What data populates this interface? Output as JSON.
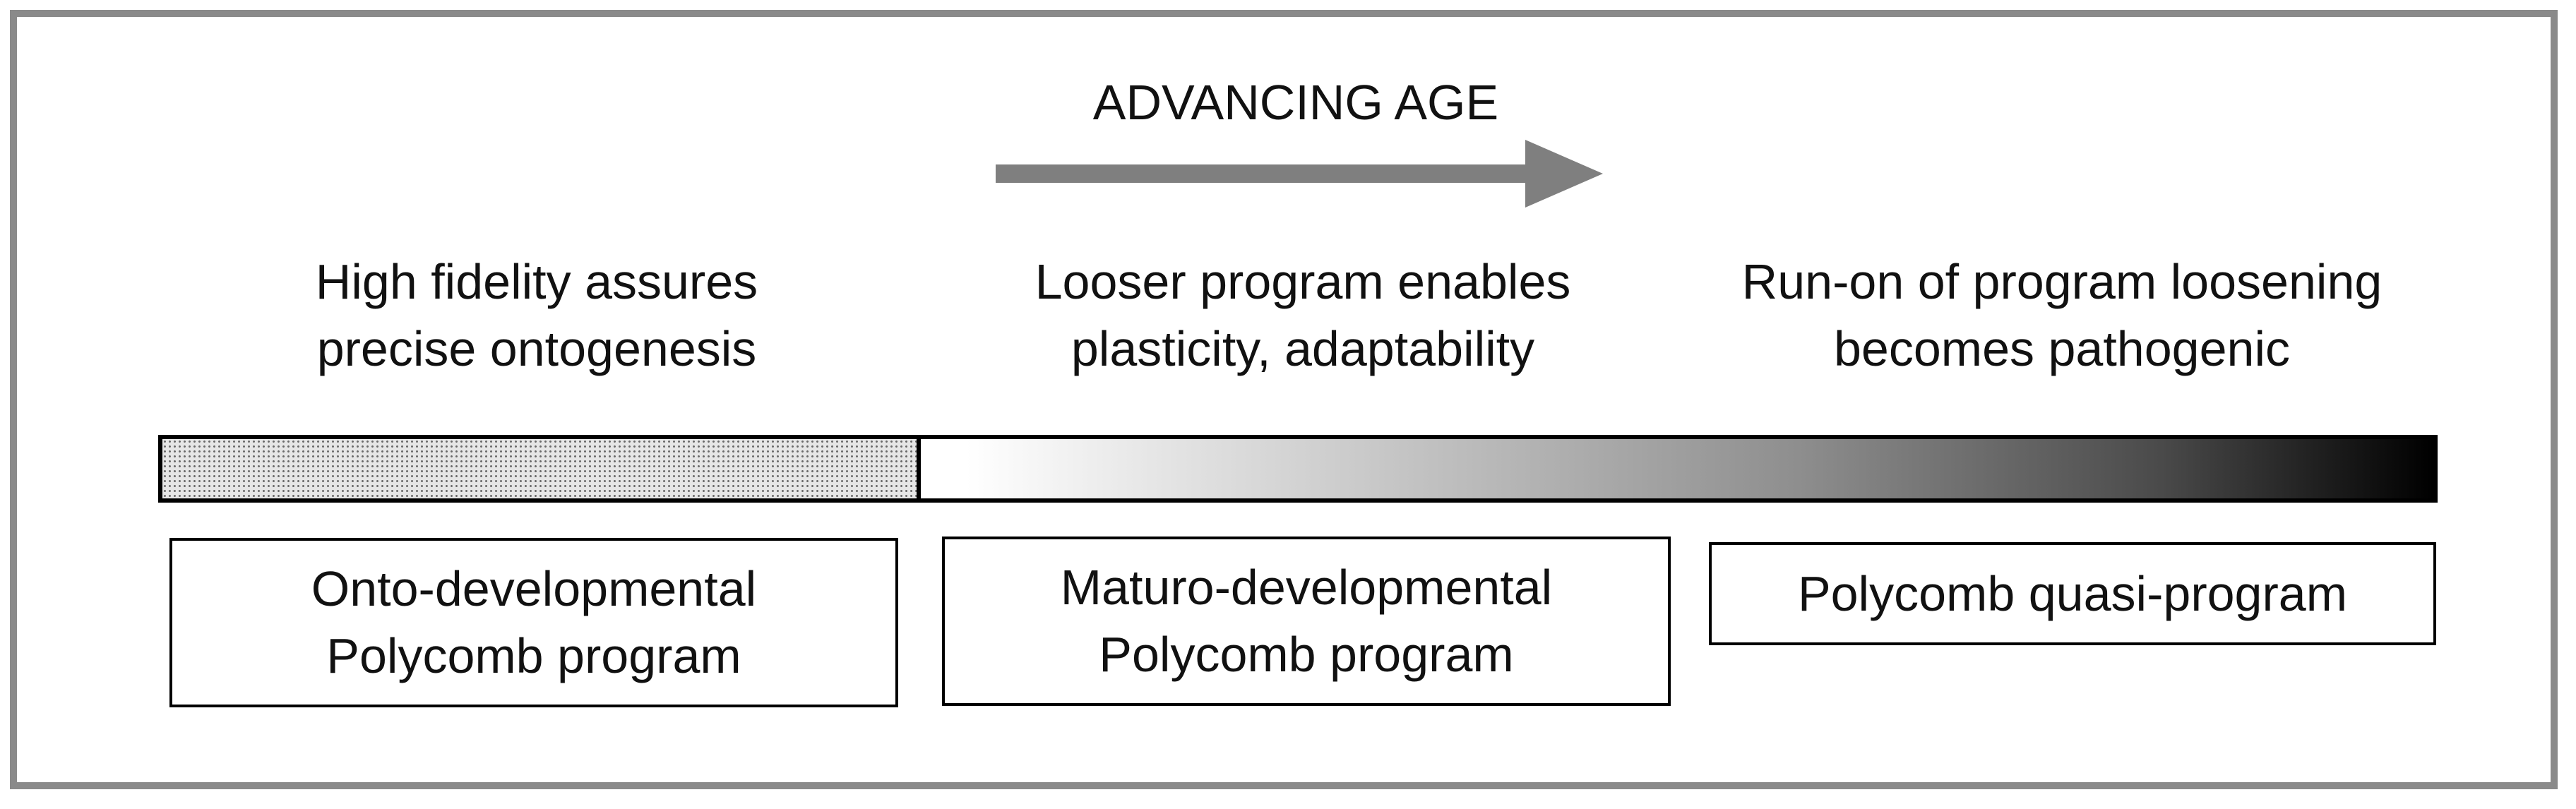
{
  "header": {
    "title": "ADVANCING AGE"
  },
  "phases": [
    {
      "text": "High fidelity assures\nprecise ontogenesis"
    },
    {
      "text": "Looser program enables\nplasticity, adaptability"
    },
    {
      "text": "Run-on of program loosening\nbecomes pathogenic"
    }
  ],
  "programs": [
    {
      "text": "Onto-developmental\nPolycomb program"
    },
    {
      "text": "Maturo-developmental\nPolycomb program"
    },
    {
      "text": "Polycomb quasi-program"
    }
  ],
  "colors": {
    "frame": "#8a8a8a",
    "arrow": "#7f7f7f",
    "text": "#111111"
  },
  "icons": {
    "age_arrow": "right-arrow-icon"
  }
}
